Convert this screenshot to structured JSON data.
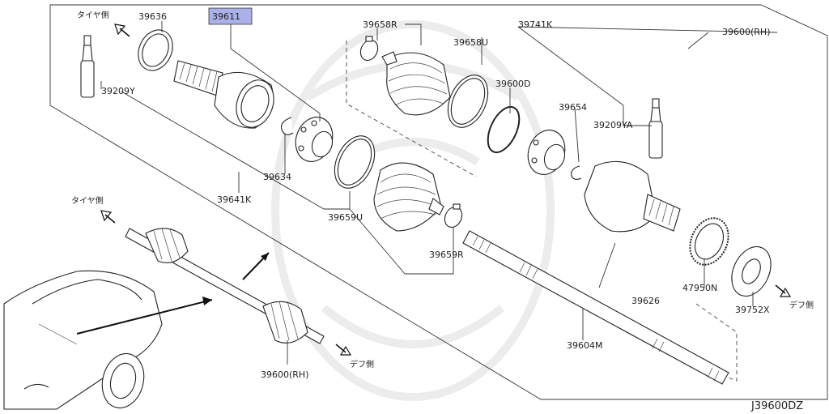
{
  "diagram_code": "J39600DZ",
  "highlight_color": "#aab0e8",
  "labels": {
    "tire_side_top": "タイヤ側",
    "tire_side_bottom": "タイヤ側",
    "diff_side_right": "デフ側",
    "diff_side_bottom": "デフ側",
    "p39636": "39636",
    "p39611": "39611",
    "p39658R": "39658R",
    "p39741K": "39741K",
    "p39600RH_top": "39600(RH)",
    "p39658U": "39658U",
    "p39209Y": "39209Y",
    "p39600D": "39600D",
    "p39654": "39654",
    "p39209YA": "39209YA",
    "p39634": "39634",
    "p39641K": "39641K",
    "p39659U": "39659U",
    "p39659R": "39659R",
    "p39626": "39626",
    "p47950N": "47950N",
    "p39752X": "39752X",
    "p39604M": "39604M",
    "p39600RH_bottom": "39600(RH)"
  }
}
